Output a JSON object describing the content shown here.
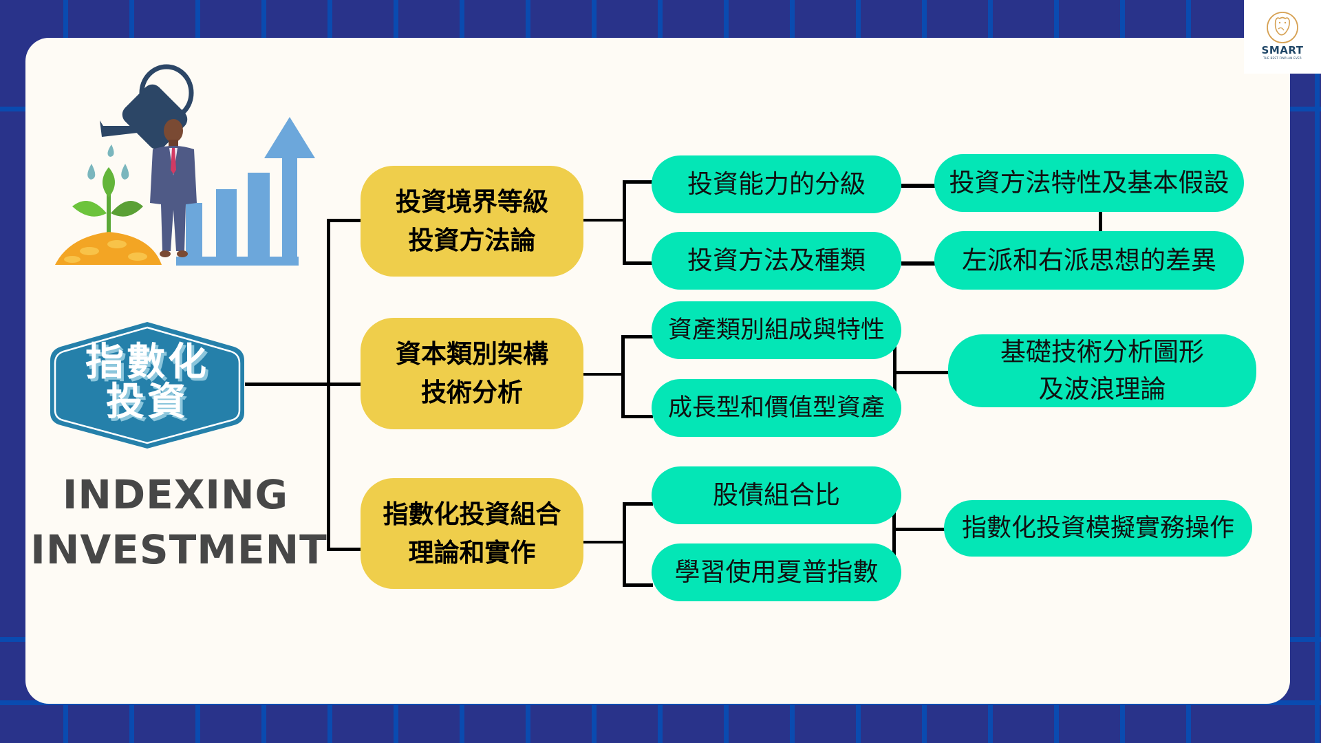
{
  "brand": {
    "logo_name": "SMART",
    "logo_tagline": "THE BEST FINPLAN EVER"
  },
  "colors": {
    "background": "#29338a",
    "grid_lines": "#0a4bb0",
    "card": "#fefbf5",
    "level1_node": "#efce4b",
    "level2_node": "#04e6b6",
    "root_badge": "#2580aa",
    "title_text": "#474747"
  },
  "root": {
    "label_lines": [
      "指數化",
      "投資"
    ],
    "english_title_lines": [
      "INDEXING",
      "INVESTMENT"
    ]
  },
  "illustration": {
    "description": "businessman with watering can, sprouting plant on coins, and rising bar chart with arrow"
  },
  "branches": [
    {
      "label_lines": [
        "投資境界等級",
        "投資方法論"
      ],
      "children": [
        {
          "label": "投資能力的分級"
        },
        {
          "label": "投資方法及種類"
        }
      ],
      "outcomes": [
        {
          "label_lines": [
            "投資方法特性及基本假設"
          ]
        },
        {
          "label_lines": [
            "左派和右派思想的差異"
          ]
        }
      ]
    },
    {
      "label_lines": [
        "資本類別架構",
        "技術分析"
      ],
      "children": [
        {
          "label": "資產類別組成與特性"
        },
        {
          "label": "成長型和價值型資產"
        }
      ],
      "outcomes": [
        {
          "label_lines": [
            "基礎技術分析圖形",
            "及波浪理論"
          ]
        }
      ]
    },
    {
      "label_lines": [
        "指數化投資組合",
        "理論和實作"
      ],
      "children": [
        {
          "label": "股債組合比"
        },
        {
          "label": "學習使用夏普指數"
        }
      ],
      "outcomes": [
        {
          "label_lines": [
            "指數化投資模擬實務操作"
          ]
        }
      ]
    }
  ]
}
